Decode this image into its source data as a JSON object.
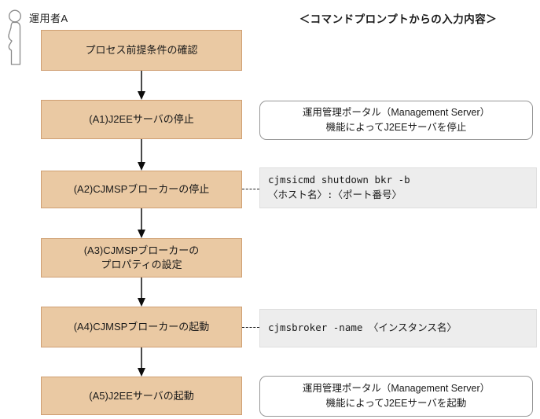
{
  "header": {
    "operator": "運用者A",
    "prompt_title": "＜コマンドプロンプトからの入力内容＞"
  },
  "flow": {
    "steps": [
      {
        "id": "precondition",
        "label": "プロセス前提条件の確認"
      },
      {
        "id": "a1",
        "label": "(A1)J2EEサーバの停止"
      },
      {
        "id": "a2",
        "label": "(A2)CJMSPブローカーの停止"
      },
      {
        "id": "a3",
        "label": "(A3)CJMSPブローカーの\nプロパティの設定"
      },
      {
        "id": "a4",
        "label": "(A4)CJMSPブローカーの起動"
      },
      {
        "id": "a5",
        "label": "(A5)J2EEサーバの起動"
      }
    ]
  },
  "notes": [
    {
      "kind": "portal",
      "for_step": "a1",
      "text": "運用管理ポータル（Management Server）\n機能によってJ2EEサーバを停止"
    },
    {
      "kind": "command",
      "for_step": "a2",
      "text": "cjmsicmd shutdown bkr -b\n〈ホスト名〉:〈ポート番号〉"
    },
    {
      "kind": "command",
      "for_step": "a4",
      "text": "cjmsbroker -name 〈インスタンス名〉"
    },
    {
      "kind": "portal",
      "for_step": "a5",
      "text": "運用管理ポータル（Management Server）\n機能によってJ2EEサーバを起動"
    }
  ],
  "colors": {
    "step_fill": "#eac9a3",
    "step_border": "#cf9f72",
    "command_fill": "#ededed",
    "portal_border": "#979797",
    "arrow": "#0d0d0d"
  }
}
